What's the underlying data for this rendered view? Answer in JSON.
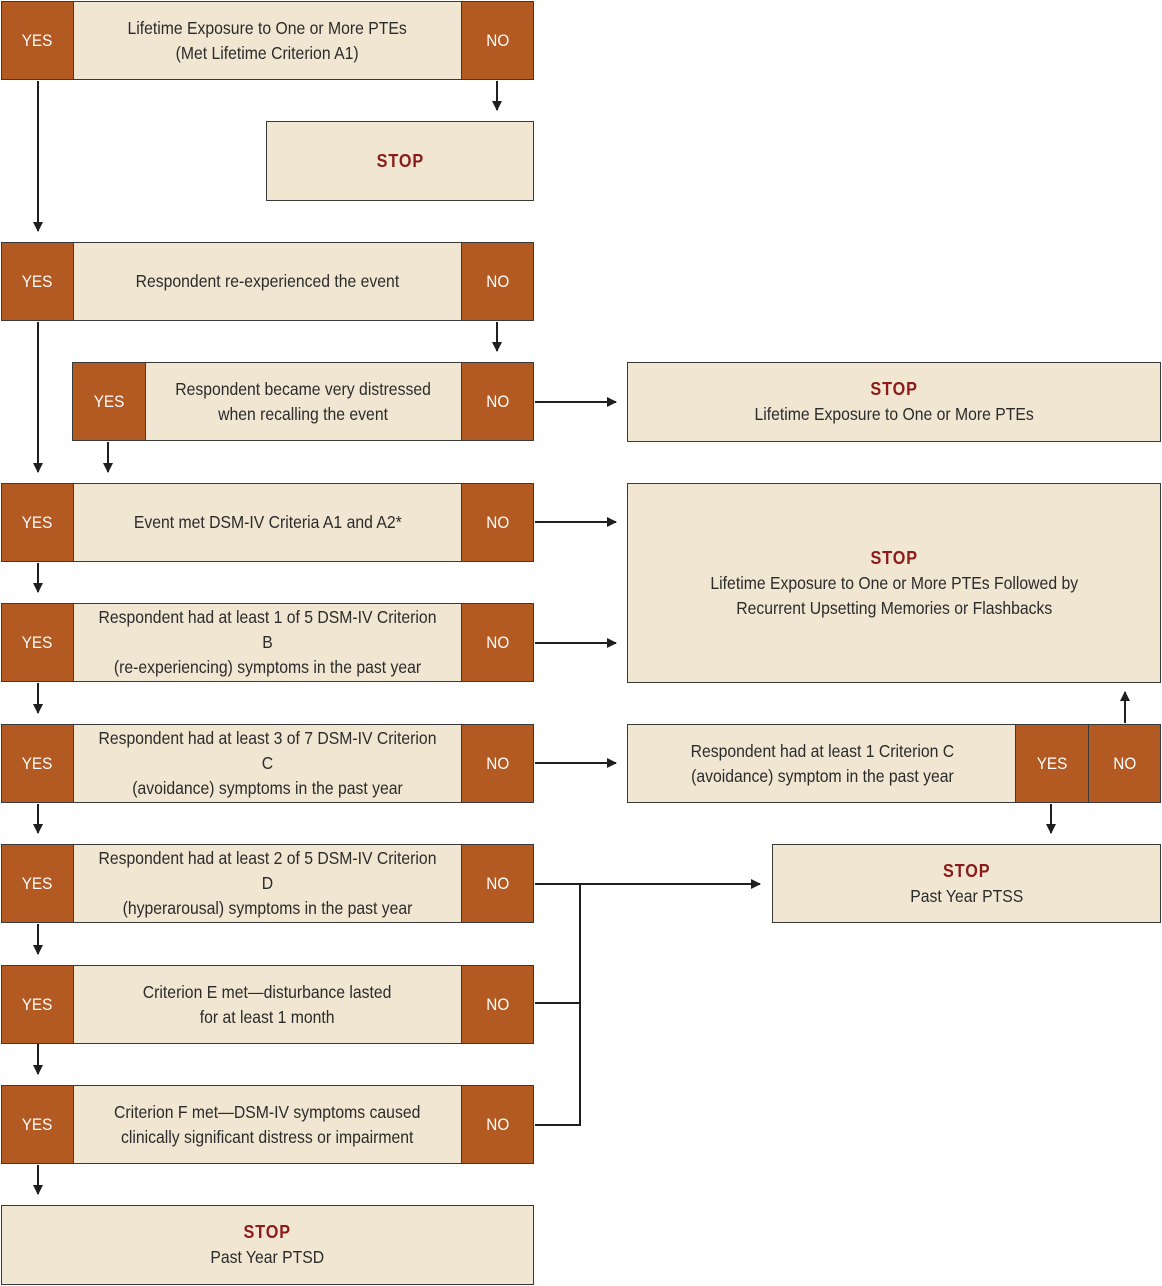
{
  "labels": {
    "yes": "YES",
    "no": "NO",
    "stop": "STOP"
  },
  "colors": {
    "decision_cell": "#b35a22",
    "box_fill": "#f0e6d2",
    "stop_text": "#8b1a1a",
    "line": "#1f1f1f"
  },
  "decisions": [
    {
      "id": "q1",
      "text": "Lifetime Exposure to One or More PTEs\n(Met Lifetime Criterion A1)"
    },
    {
      "id": "q2",
      "text": "Respondent re-experienced the event"
    },
    {
      "id": "q3",
      "text": "Respondent became very distressed\nwhen recalling the event"
    },
    {
      "id": "q4",
      "text": "Event met DSM-IV Criteria A1 and A2*"
    },
    {
      "id": "q5",
      "text": "Respondent had at least 1 of 5 DSM-IV Criterion B\n(re-experiencing) symptoms in the past year"
    },
    {
      "id": "q6",
      "text": "Respondent had at least 3 of 7 DSM-IV Criterion C\n(avoidance) symptoms in the past year"
    },
    {
      "id": "q7",
      "text": "Respondent had at least 2 of 5 DSM-IV Criterion D\n(hyperarousal) symptoms in the past year"
    },
    {
      "id": "q8",
      "text": "Criterion E met—disturbance lasted\nfor at least 1 month"
    },
    {
      "id": "q9",
      "text": "Criterion F met—DSM-IV symptoms caused\nclinically significant distress or impairment"
    },
    {
      "id": "q10",
      "text": "Respondent had at least 1 Criterion C\n(avoidance) symptom in the past year"
    }
  ],
  "outcomes": [
    {
      "id": "stop1",
      "text": ""
    },
    {
      "id": "stop2",
      "text": "Lifetime Exposure to One or More PTEs"
    },
    {
      "id": "stop3",
      "text": "Lifetime Exposure to One or More PTEs Followed by\nRecurrent Upsetting Memories or Flashbacks"
    },
    {
      "id": "stop4",
      "text": "Past Year PTSS"
    },
    {
      "id": "stop5",
      "text": "Past Year PTSD"
    }
  ]
}
